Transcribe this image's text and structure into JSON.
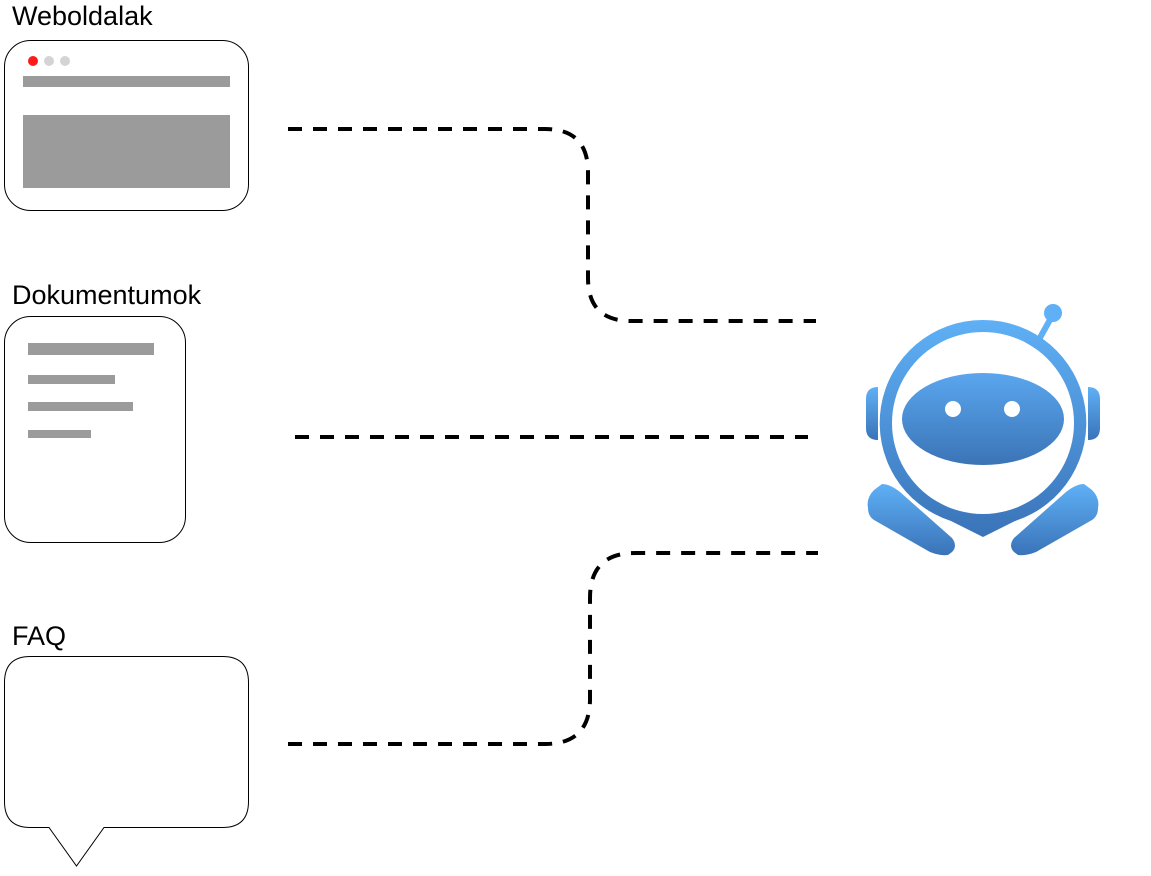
{
  "sources": [
    {
      "id": "websites",
      "label": "Weboldalak",
      "icon": "browser-window-icon"
    },
    {
      "id": "documents",
      "label": "Dokumentumok",
      "icon": "document-icon"
    },
    {
      "id": "faq",
      "label": "FAQ",
      "icon": "speech-bubble-icon"
    }
  ],
  "target": {
    "icon": "robot-chatbot-icon"
  },
  "colors": {
    "robot_light": "#5fb0f6",
    "robot_dark": "#3a73b8",
    "placeholder_gray": "#9b9b9b",
    "traffic_light_red": "#ff1a1a",
    "traffic_light_gray": "#d4d4d4",
    "connector": "#000000"
  }
}
